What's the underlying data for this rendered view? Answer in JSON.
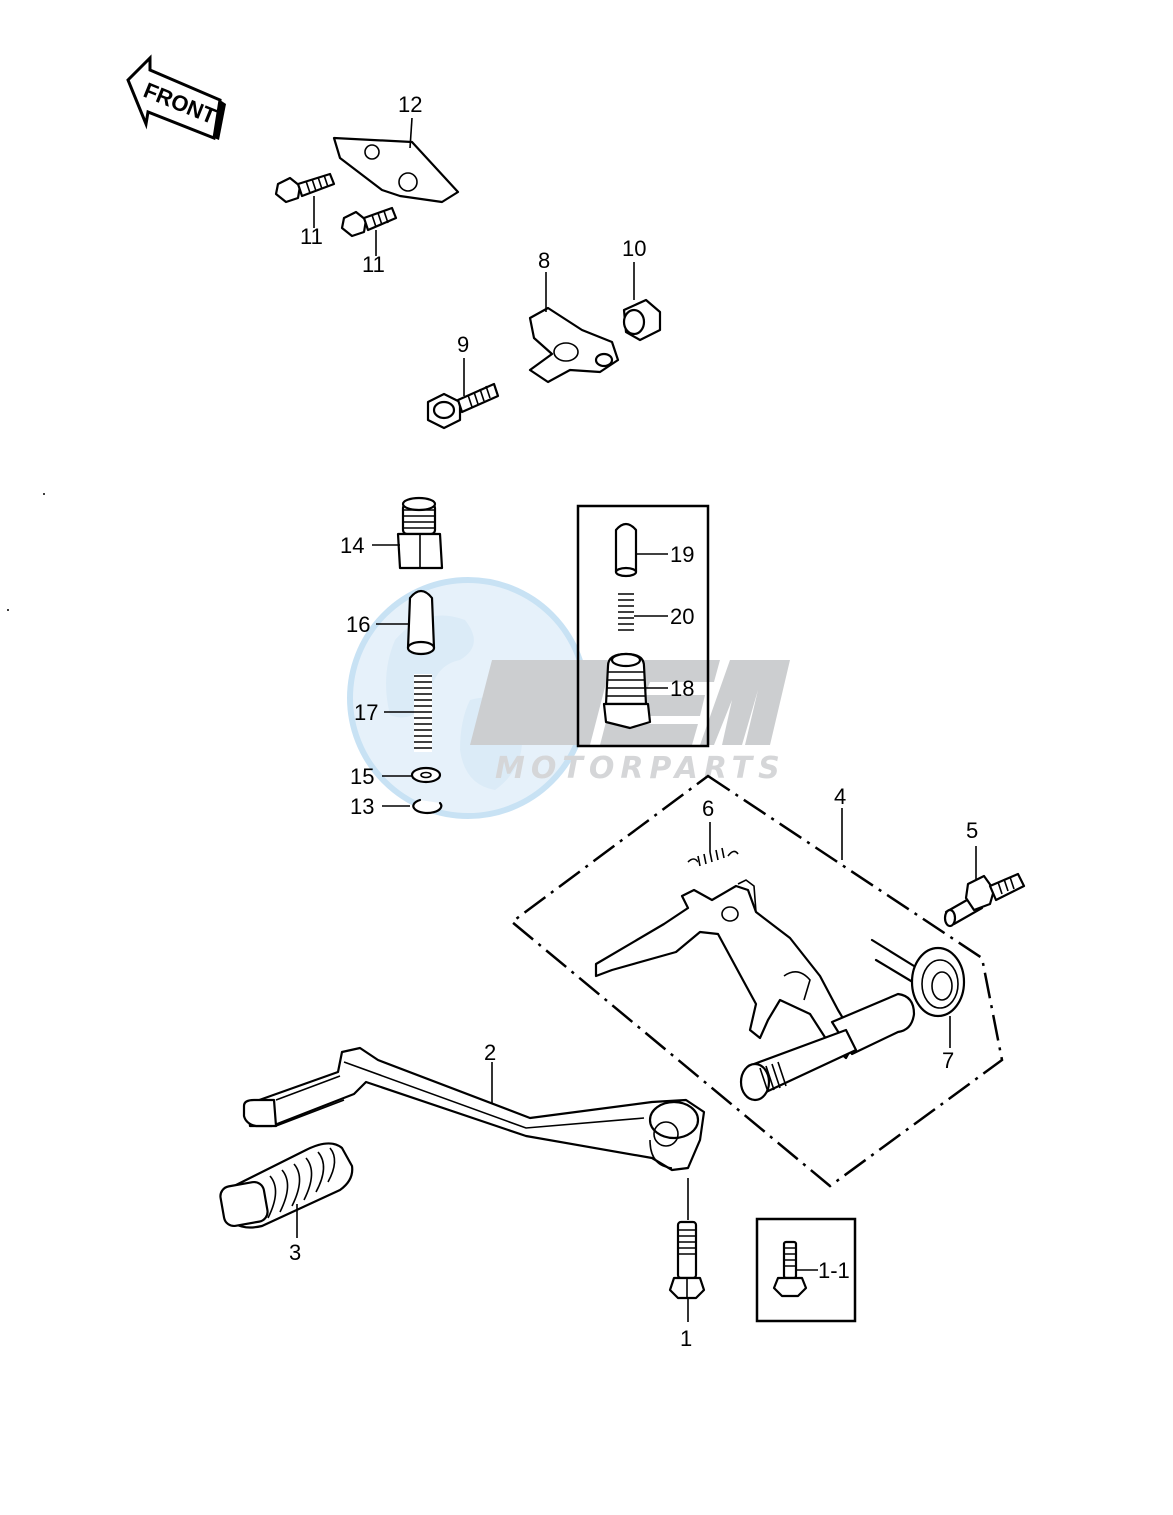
{
  "front_arrow": {
    "label": "FRONT"
  },
  "watermark": {
    "brand": "OEM",
    "sub": "MOTORPARTS"
  },
  "callouts": {
    "c1": "1",
    "c1_1": "1-1",
    "c2": "2",
    "c3": "3",
    "c4": "4",
    "c5": "5",
    "c6": "6",
    "c7": "7",
    "c8": "8",
    "c9": "9",
    "c10": "10",
    "c11a": "11",
    "c11b": "11",
    "c12": "12",
    "c13": "13",
    "c14": "14",
    "c15": "15",
    "c16": "16",
    "c17": "17",
    "c18": "18",
    "c19": "19",
    "c20": "20"
  }
}
